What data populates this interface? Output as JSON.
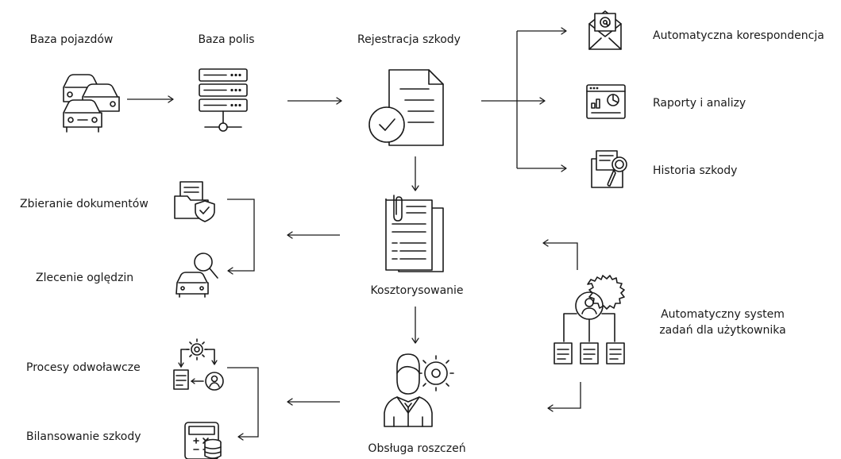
{
  "nodes": {
    "vehicles_db": "Baza pojazdów",
    "policies_db": "Baza polis",
    "claim_registration": "Rejestracja szkody",
    "auto_correspondence": "Automatyczna korespondencja",
    "reports": "Raporty i analizy",
    "claim_history": "Historia szkody",
    "document_collection": "Zbieranie dokumentów",
    "inspection_order": "Zlecenie oględzin",
    "cost_estimation": "Kosztorysowanie",
    "task_system_line1": "Automatyczny system",
    "task_system_line2": "zadań dla użytkownika",
    "appeals": "Procesy odwoławcze",
    "claim_balancing": "Bilansowanie szkody",
    "claims_handling": "Obsługa roszczeń"
  },
  "icons": [
    "cars-icon",
    "server-icon",
    "document-check-icon",
    "email-icon",
    "report-chart-icon",
    "folder-search-icon",
    "folder-shield-icon",
    "car-inspection-icon",
    "documents-clip-icon",
    "gear-user-network-icon",
    "gear-cycle-icon",
    "calculator-icon",
    "person-gears-icon"
  ]
}
